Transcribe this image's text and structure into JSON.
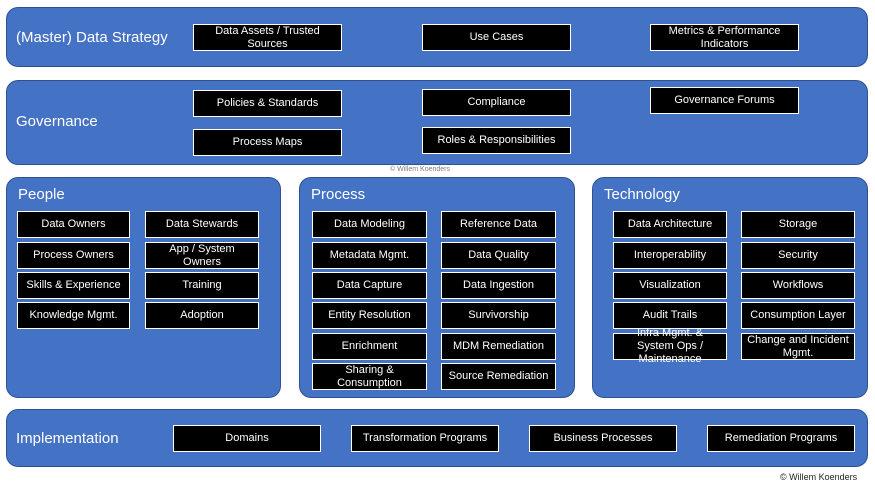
{
  "strategy": {
    "title": "(Master) Data Strategy",
    "boxes": [
      "Data Assets / Trusted Sources",
      "Use Cases",
      "Metrics & Performance Indicators"
    ]
  },
  "governance": {
    "title": "Governance",
    "boxes": [
      "Policies & Standards",
      "Compliance",
      "Governance Forums",
      "Process Maps",
      "Roles & Responsibilities"
    ]
  },
  "people": {
    "title": "People",
    "boxes": [
      "Data Owners",
      "Data Stewards",
      "Process Owners",
      "App / System Owners",
      "Skills & Experience",
      "Training",
      "Knowledge Mgmt.",
      "Adoption"
    ]
  },
  "process": {
    "title": "Process",
    "boxes": [
      "Data Modeling",
      "Reference Data",
      "Metadata Mgmt.",
      "Data Quality",
      "Data Capture",
      "Data Ingestion",
      "Entity Resolution",
      "Survivorship",
      "Enrichment",
      "MDM Remediation",
      "Sharing & Consumption",
      "Source Remediation"
    ]
  },
  "technology": {
    "title": "Technology",
    "boxes": [
      "Data Architecture",
      "Storage",
      "Interoperability",
      "Security",
      "Visualization",
      "Workflows",
      "Audit Trails",
      "Consumption Layer",
      "Infra Mgmt. & System Ops / Maintenance",
      "Change and Incident Mgmt."
    ]
  },
  "implementation": {
    "title": "Implementation",
    "boxes": [
      "Domains",
      "Transformation Programs",
      "Business Processes",
      "Remediation Programs"
    ]
  },
  "credits": {
    "middle": "© Willem Koenders",
    "bottom": "© Willem Koenders"
  }
}
